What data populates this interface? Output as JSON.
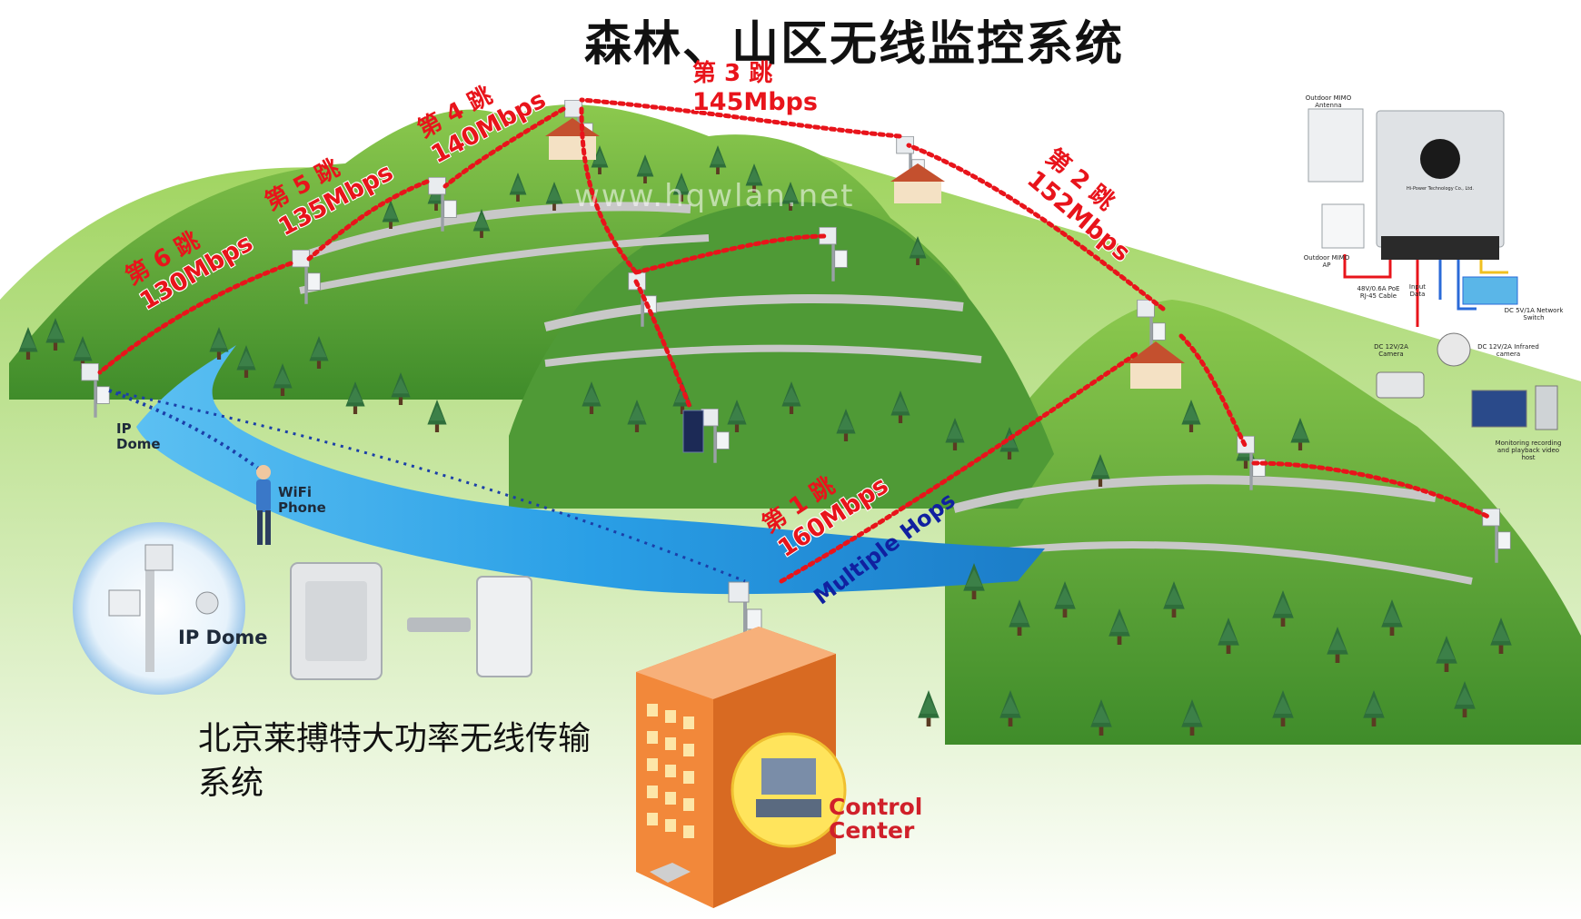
{
  "title": "森林、山区无线监控系统",
  "watermark": "www.hqwlan.net",
  "hops": [
    {
      "label": "第 1 跳",
      "rate": "160Mbps"
    },
    {
      "label": "第 2 跳",
      "rate": "152Mbps"
    },
    {
      "label": "第 3 跳",
      "rate": "145Mbps"
    },
    {
      "label": "第 4 跳",
      "rate": "140Mbps"
    },
    {
      "label": "第 5 跳",
      "rate": "135Mbps"
    },
    {
      "label": "第 6 跳",
      "rate": "130Mbps"
    }
  ],
  "multiple_hops": "Multiple Hops",
  "ip_dome_small": "IP Dome",
  "ip_dome_large": "IP Dome",
  "wifi_phone": "WiFi Phone",
  "control_center": "Control Center",
  "company_text": "北京莱搏特大功率无线传输系统",
  "equipment": {
    "outdoor_mimo_antenna": "Outdoor MIMO Antenna",
    "outdoor_mimo_ap": "Outdoor MIMO AP",
    "poe_cable": "48V/0.6A PoE RJ-45 Cable",
    "input_data": "Input Data",
    "network_switch": "DC 5V/1A Network Switch",
    "camera": "DC 12V/2A Camera",
    "infrared_camera": "DC 12V/2A Infrared camera",
    "monitoring_host": "Monitoring recording and playback video host",
    "brand": "Hi-Power Technology Co., Ltd."
  },
  "colors": {
    "link_red": "#e8141b",
    "river_blue": "#2a9fe6",
    "hill_green": "#5ea83a",
    "building_orange": "#f2883a",
    "label_blue": "#1020a0"
  }
}
